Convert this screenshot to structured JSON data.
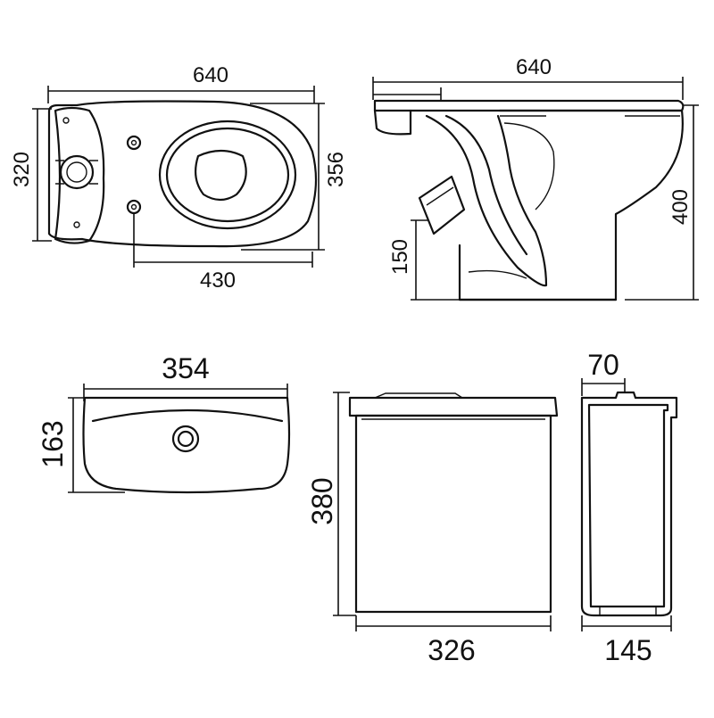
{
  "dimensions": {
    "top_view": {
      "length": "640",
      "width": "320",
      "outer_width": "356",
      "fixing_distance": "430"
    },
    "side_view": {
      "length": "640",
      "height": "400",
      "outlet_height": "150"
    },
    "cistern_top_view": {
      "length": "354",
      "depth": "163"
    },
    "cistern_front_view": {
      "height": "380",
      "width": "326"
    },
    "cistern_side_view": {
      "top": "70",
      "depth": "145"
    }
  },
  "colors": {
    "ink": "#111111",
    "background": "#ffffff"
  }
}
